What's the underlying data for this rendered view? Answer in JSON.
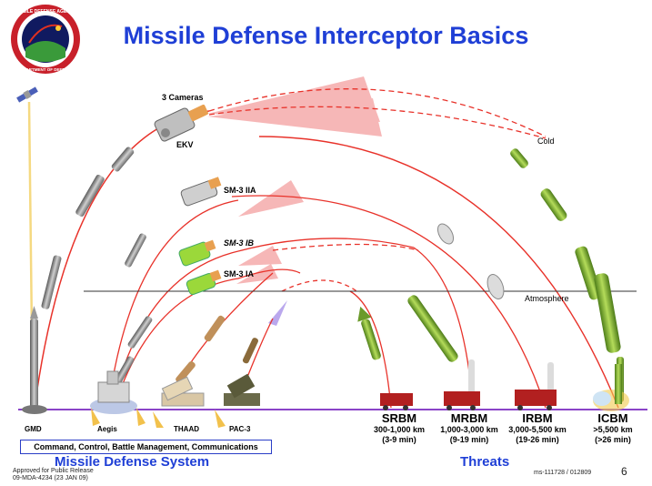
{
  "title": "Missile Defense Interceptor Basics",
  "logo": {
    "text_top": "MISSILE DEFENSE AGENCY",
    "text_bottom": "DEPARTMENT OF DEFENSE"
  },
  "labels": {
    "cameras": "3 Cameras",
    "ekv": "EKV",
    "sm3_iia": "SM-3 IIA",
    "sm3_ib": "SM-3 IB",
    "sm3_ia": "SM-3 IA",
    "cold": "Cold",
    "atmosphere": "Atmosphere"
  },
  "bases": {
    "gmd": "GMD",
    "aegis": "Aegis",
    "thaad": "THAAD",
    "pac3": "PAC-3"
  },
  "threats": [
    {
      "name": "SRBM",
      "range": "300-1,000 km",
      "time": "(3-9 min)"
    },
    {
      "name": "MRBM",
      "range": "1,000-3,000 km",
      "time": "(9-19 min)"
    },
    {
      "name": "IRBM",
      "range": "3,000-5,500 km",
      "time": "(19-26 min)"
    },
    {
      "name": "ICBM",
      "range": ">5,500 km",
      "time": "(>26 min)"
    }
  ],
  "command_box": "Command, Control, Battle Management, Communications",
  "sections": {
    "defense": "Missile Defense System",
    "threats": "Threats"
  },
  "footer": {
    "release_line1": "Approved for Public Release",
    "release_line2": "09-MDA-4234 (23 JAN 09)",
    "doc_id": "ms-111728 / 012809",
    "page": "6"
  },
  "colors": {
    "title": "#1f3fd6",
    "trajectory": "#e8322a",
    "cone": "#f4a0a0",
    "ground": "#8a44c8",
    "threat_missile": "#7fb23a"
  }
}
